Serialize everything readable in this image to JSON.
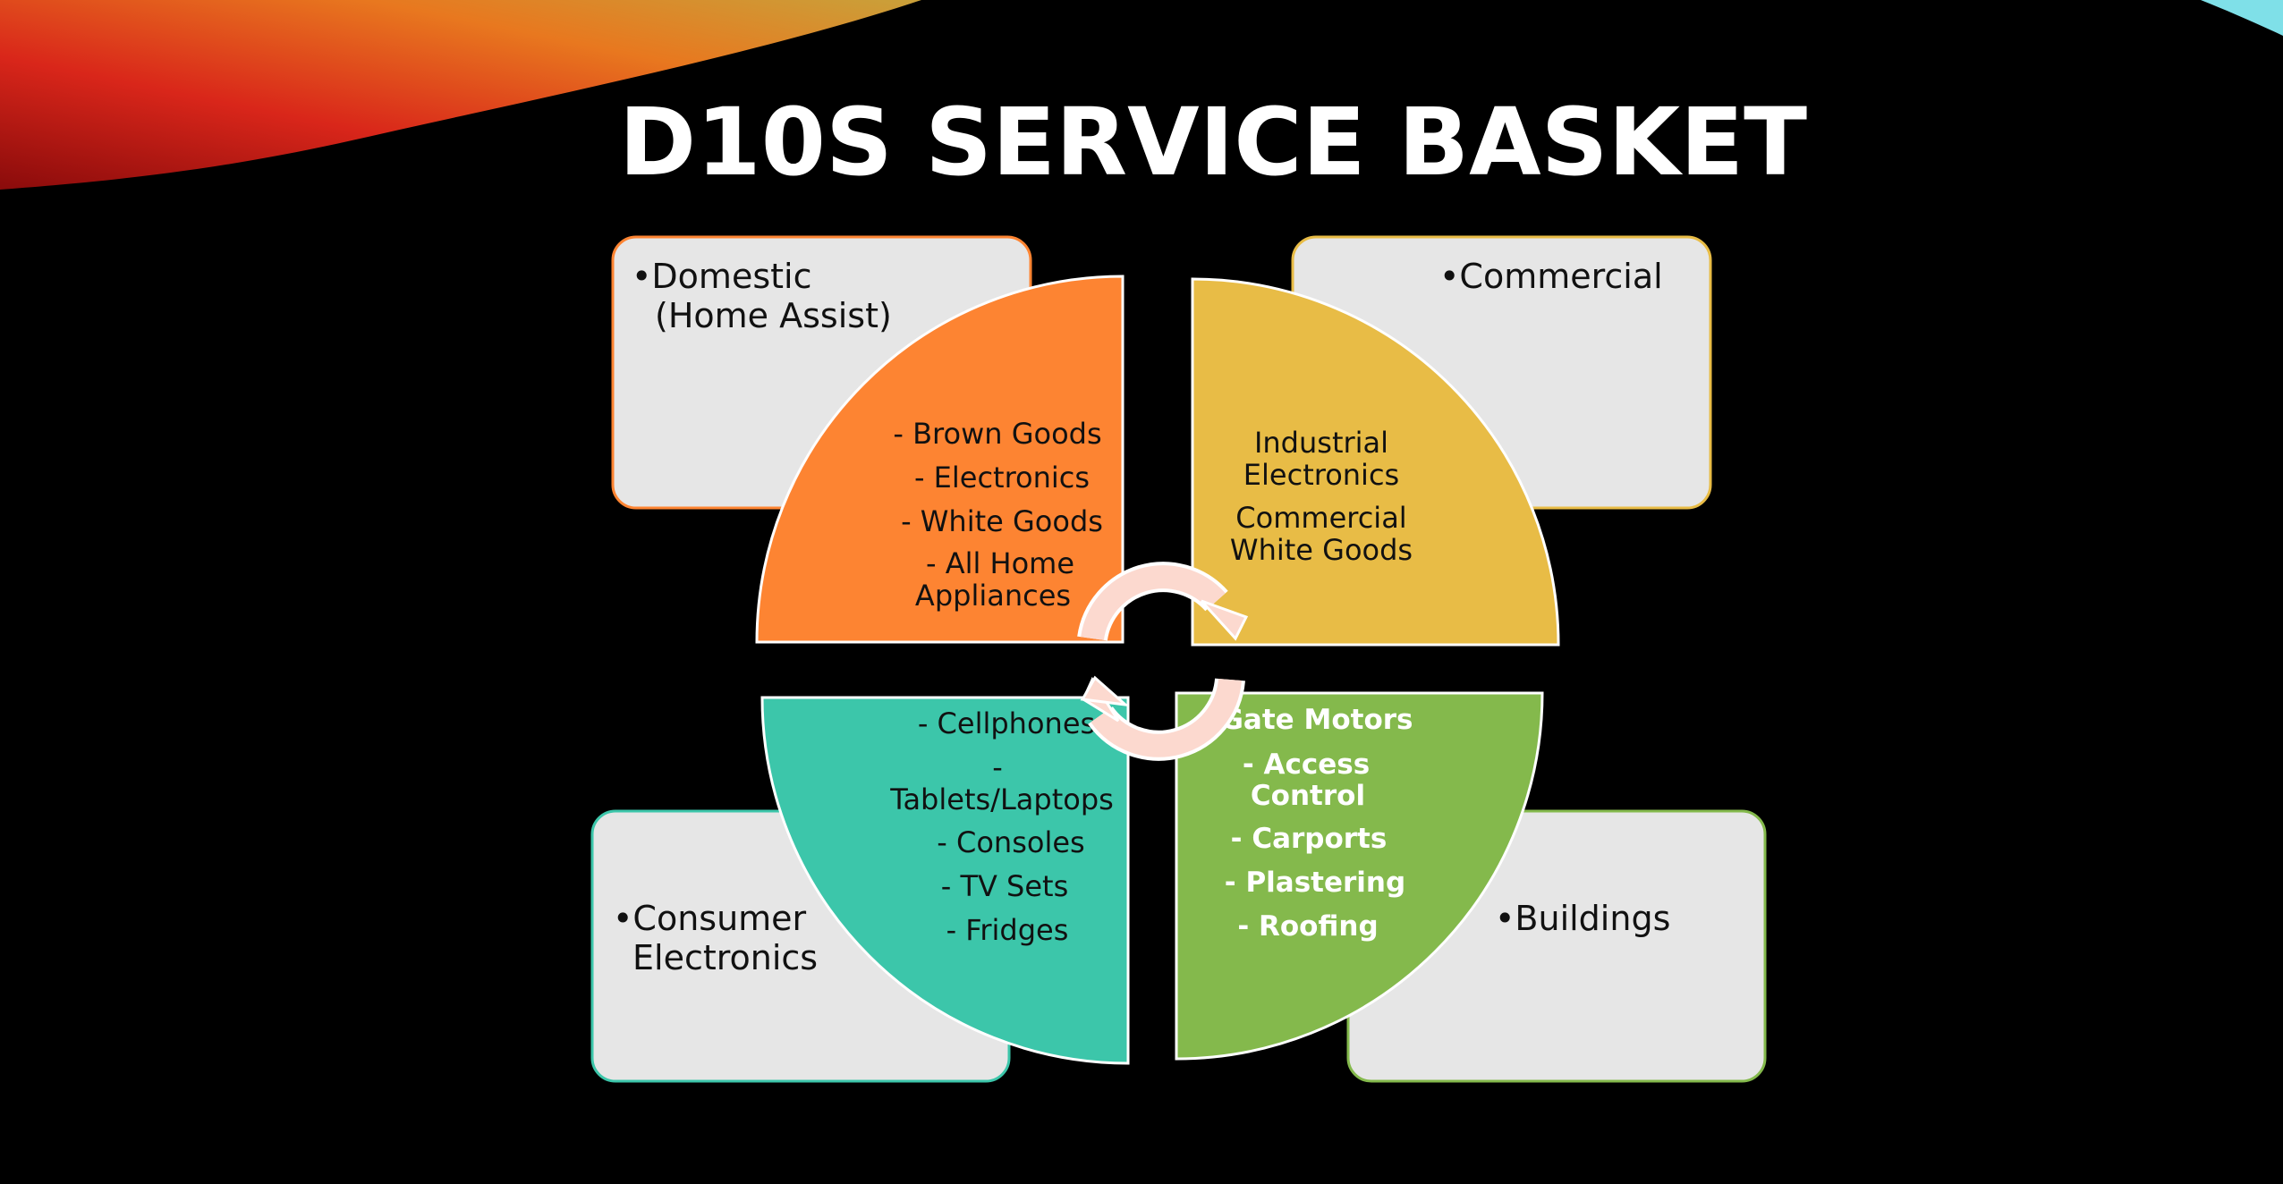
{
  "title": "D10S SERVICE BASKET",
  "colors": {
    "orange": "#fd8432",
    "yellow": "#e8bc46",
    "teal": "#3cc6aa",
    "green": "#84b94c",
    "box": "#e6e6e6",
    "arrow": "#fcd9cf"
  },
  "segments": {
    "domestic": {
      "label_line1": "•Domestic",
      "label_line2": "(Home Assist)",
      "items": [
        "- Brown Goods",
        "- Electronics",
        "- White Goods",
        "- All Home",
        "Appliances"
      ]
    },
    "commercial": {
      "label": "•Commercial",
      "items": [
        "Industrial",
        "Electronics",
        "Commercial",
        "White Goods"
      ]
    },
    "consumer": {
      "label_line1": "•Consumer",
      "label_line2": "Electronics",
      "items": [
        "- Cellphones",
        "-",
        "Tablets/Laptops",
        "- Consoles",
        "- TV Sets",
        "- Fridges"
      ]
    },
    "buildings": {
      "label": "•Buildings",
      "items": [
        "Gate Motors",
        "- Access",
        "Control",
        "- Carports",
        "- Plastering",
        "- Roofing"
      ]
    }
  }
}
